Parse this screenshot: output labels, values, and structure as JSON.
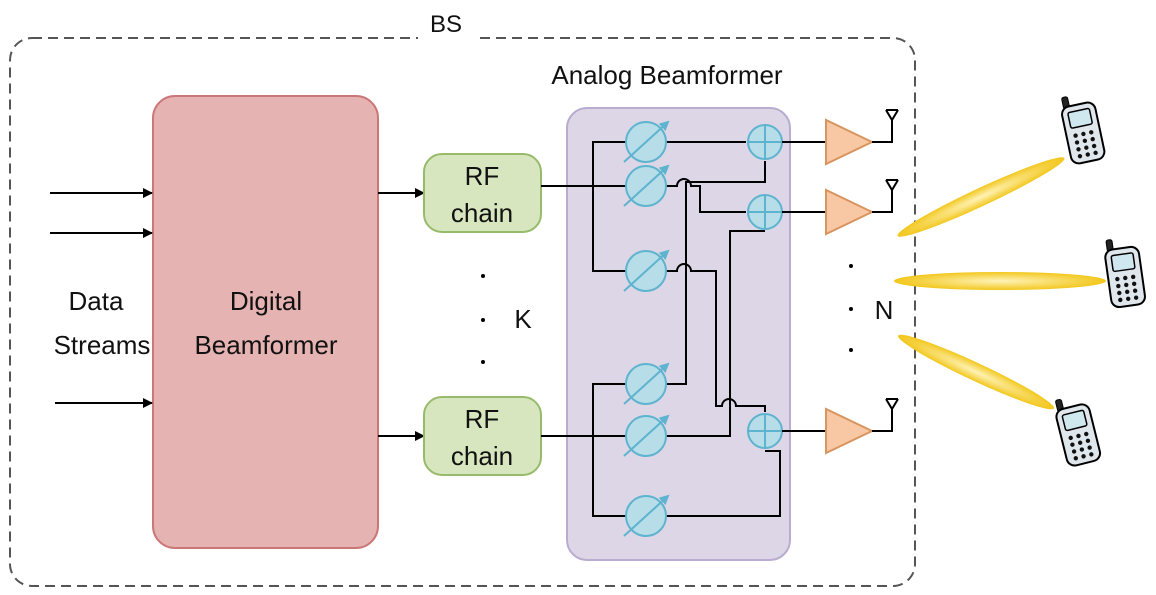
{
  "bs_label": "BS",
  "analog_title": "Analog Beamformer",
  "digital_label": [
    "Digital",
    "Beamformer"
  ],
  "data_label": [
    "Data",
    "Streams"
  ],
  "rf_label": [
    "RF",
    "chain"
  ],
  "k_label": "K",
  "n_label": "N",
  "colors": {
    "digital_fill": "#e6b3b3",
    "digital_stroke": "#cc7777",
    "rf_fill": "#d7e6bf",
    "rf_stroke": "#97bb6a",
    "analog_fill": "#ddd6e6",
    "analog_stroke": "#b9acd0",
    "phase_fill": "#b6dde8",
    "phase_stroke": "#5eb3cf",
    "amp_fill": "#f8c8a4",
    "amp_stroke": "#d8955f",
    "beam": "#f8d24a"
  }
}
